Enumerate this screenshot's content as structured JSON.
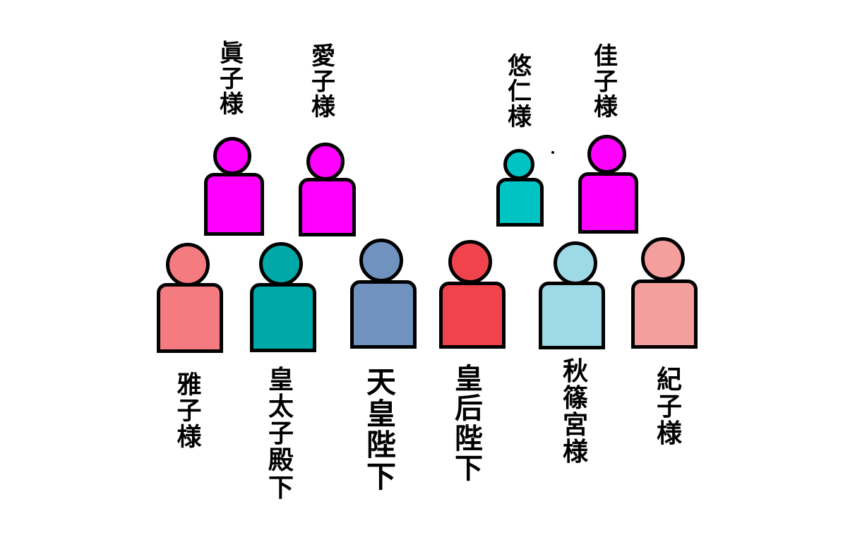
{
  "people": [
    {
      "name": "眞子様",
      "color": "#ff00ff"
    },
    {
      "name": "愛子様",
      "color": "#ff00ff"
    },
    {
      "name": "悠仁様",
      "color": "#00c4c4"
    },
    {
      "name": "佳子様",
      "color": "#ff00ff"
    },
    {
      "name": "雅子様",
      "color": "#f47c80"
    },
    {
      "name": "皇太子殿下",
      "color": "#00a8a8"
    },
    {
      "name": "天皇陛下",
      "color": "#6f93be"
    },
    {
      "name": "皇后陛下",
      "color": "#f0434b"
    },
    {
      "name": "秋篠宮様",
      "color": "#9ed9e8"
    },
    {
      "name": "紀子様",
      "color": "#f59e9e"
    }
  ]
}
